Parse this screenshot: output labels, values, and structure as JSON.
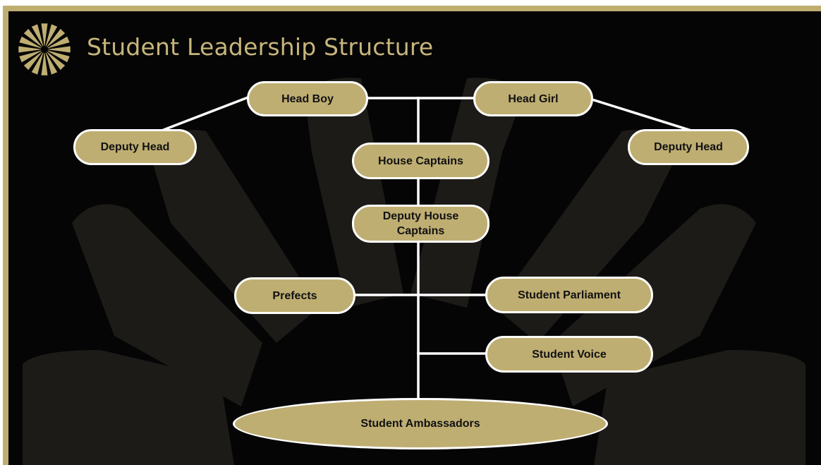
{
  "slide": {
    "title": "Student Leadership Structure",
    "colors": {
      "gold": "#bfae72",
      "background": "#050505",
      "connector": "#ffffff",
      "text": "#111111"
    },
    "logo_icon": "gold-sunburst-icon"
  },
  "org_chart": {
    "nodes": {
      "head_boy": "Head Boy",
      "head_girl": "Head Girl",
      "deputy_head_left": "Deputy Head",
      "deputy_head_right": "Deputy Head",
      "house_captains": "House Captains",
      "deputy_house_captains": "Deputy House Captains",
      "prefects": "Prefects",
      "student_parliament": "Student Parliament",
      "student_voice": "Student Voice",
      "student_ambassadors": "Student Ambassadors"
    }
  }
}
